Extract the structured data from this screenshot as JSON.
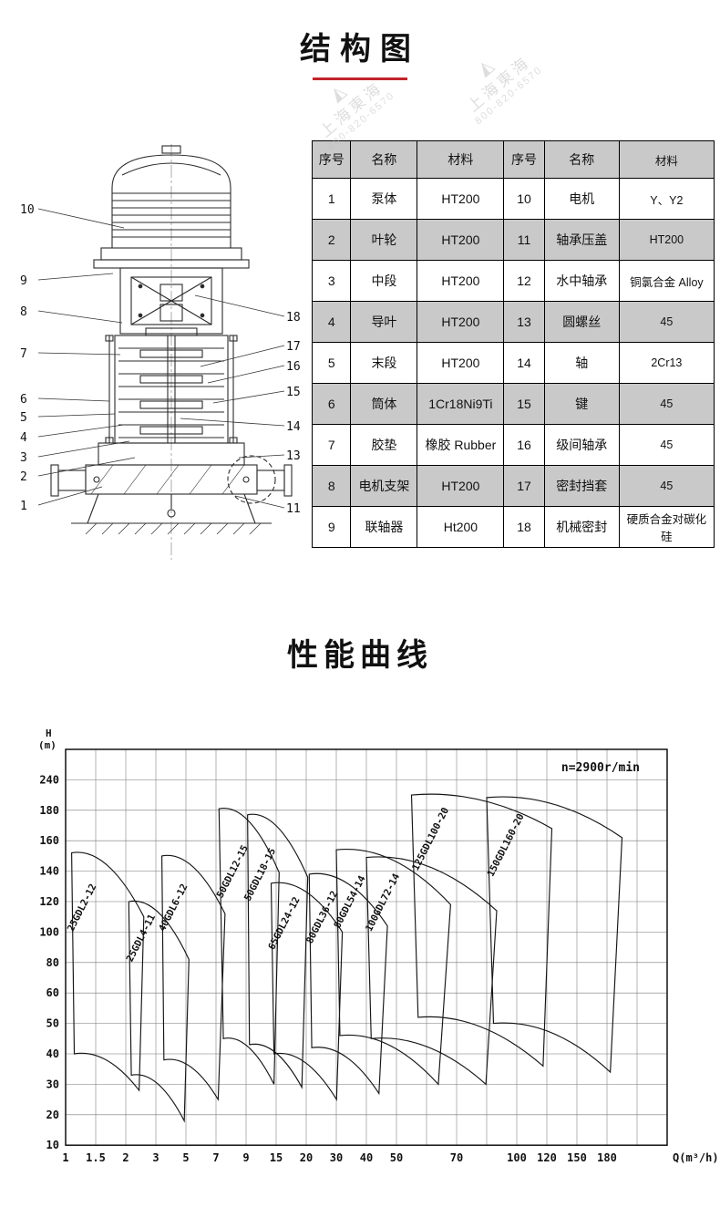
{
  "page": {
    "title_structure": "结构图",
    "title_performance": "性能曲线",
    "accent_color": "#c0242b",
    "watermark": {
      "logo": "◭",
      "brand": "上海東海",
      "phone": "800-820-6570"
    }
  },
  "diagram": {
    "callouts_left": [
      "10",
      "9",
      "8",
      "7",
      "6",
      "5",
      "4",
      "3",
      "2",
      "1"
    ],
    "callouts_right": [
      "18",
      "17",
      "16",
      "15",
      "14",
      "13",
      "11"
    ]
  },
  "parts_table": {
    "headers": [
      "序号",
      "名称",
      "材料",
      "序号",
      "名称",
      "材料"
    ],
    "rows": [
      [
        "1",
        "泵体",
        "HT200",
        "10",
        "电机",
        "Y、Y2"
      ],
      [
        "2",
        "叶轮",
        "HT200",
        "11",
        "轴承压盖",
        "HT200"
      ],
      [
        "3",
        "中段",
        "HT200",
        "12",
        "水中轴承",
        "铜氯合金 Alloy"
      ],
      [
        "4",
        "导叶",
        "HT200",
        "13",
        "圆螺丝",
        "45"
      ],
      [
        "5",
        "末段",
        "HT200",
        "14",
        "轴",
        "2Cr13"
      ],
      [
        "6",
        "筒体",
        "1Cr18Ni9Ti",
        "15",
        "键",
        "45"
      ],
      [
        "7",
        "胶垫",
        "橡胶 Rubber",
        "16",
        "级间轴承",
        "45"
      ],
      [
        "8",
        "电机支架",
        "HT200",
        "17",
        "密封挡套",
        "45"
      ],
      [
        "9",
        "联轴器",
        "Ht200",
        "18",
        "机械密封",
        "硬质合金对碳化硅"
      ]
    ],
    "shaded_row_indexes": [
      1,
      3,
      5,
      7
    ]
  },
  "chart_data": {
    "type": "line",
    "title": "性能曲线",
    "annotation": "n=2900r/min",
    "x_axis": {
      "label": "Q(m³/h)",
      "scale": "log-like, uniform gridlines",
      "tick_labels": [
        "1",
        "1.5",
        "2",
        "3",
        "5",
        "7",
        "9",
        "15",
        "20",
        "30",
        "40",
        "50",
        "70",
        "100",
        "120",
        "150",
        "180"
      ]
    },
    "y_axis": {
      "label": "H(m)",
      "label_lines": [
        "H",
        "(m)"
      ],
      "scale": "log-like, uniform gridlines",
      "tick_labels_bottom_to_top": [
        "10",
        "20",
        "30",
        "40",
        "50",
        "60",
        "80",
        "100",
        "120",
        "140",
        "160",
        "180",
        "240"
      ]
    },
    "series": [
      {
        "name": "25GDL2-12",
        "q_range": [
          1.1,
          2.6
        ],
        "h_top": [
          152,
          110
        ],
        "h_bottom": [
          40,
          28
        ],
        "label_at": [
          1.12,
          100
        ]
      },
      {
        "name": "25GDL4-11",
        "q_range": [
          2.1,
          5.2
        ],
        "h_top": [
          120,
          82
        ],
        "h_bottom": [
          33,
          18
        ],
        "label_at": [
          2.2,
          80
        ]
      },
      {
        "name": "40GDL6-12",
        "q_range": [
          3.4,
          7.6
        ],
        "h_top": [
          150,
          112
        ],
        "h_bottom": [
          38,
          25
        ],
        "label_at": [
          3.55,
          100
        ]
      },
      {
        "name": "50GDL12-15",
        "q_range": [
          7.2,
          15.5
        ],
        "h_top": [
          183,
          139
        ],
        "h_bottom": [
          45,
          30
        ],
        "label_at": [
          7.4,
          122
        ]
      },
      {
        "name": "50GDL18-15",
        "q_range": [
          9.3,
          20.5
        ],
        "h_top": [
          177,
          136
        ],
        "h_bottom": [
          43,
          29
        ],
        "label_at": [
          9.7,
          120
        ]
      },
      {
        "name": "65GDL24-12",
        "q_range": [
          14,
          32
        ],
        "h_top": [
          132,
          100
        ],
        "h_bottom": [
          40,
          25
        ],
        "label_at": [
          14.5,
          88
        ]
      },
      {
        "name": "80GDL36-12",
        "q_range": [
          21,
          47
        ],
        "h_top": [
          138,
          104
        ],
        "h_bottom": [
          42,
          27
        ],
        "label_at": [
          21.8,
          92
        ]
      },
      {
        "name": "80GDL54-14",
        "q_range": [
          30,
          68
        ],
        "h_top": [
          154,
          118
        ],
        "h_bottom": [
          46,
          30
        ],
        "label_at": [
          31,
          102
        ]
      },
      {
        "name": "100GDL72-14",
        "q_range": [
          40,
          90
        ],
        "h_top": [
          149,
          114
        ],
        "h_bottom": [
          45,
          30
        ],
        "label_at": [
          41.5,
          100
        ]
      },
      {
        "name": "125GDL100-20",
        "q_range": [
          55,
          125
        ],
        "h_top": [
          210,
          168
        ],
        "h_bottom": [
          52,
          36
        ],
        "label_at": [
          57,
          140
        ]
      },
      {
        "name": "150GDL160-20",
        "q_range": [
          85,
          195
        ],
        "h_top": [
          205,
          162
        ],
        "h_bottom": [
          50,
          34
        ],
        "label_at": [
          88,
          136
        ]
      }
    ]
  }
}
